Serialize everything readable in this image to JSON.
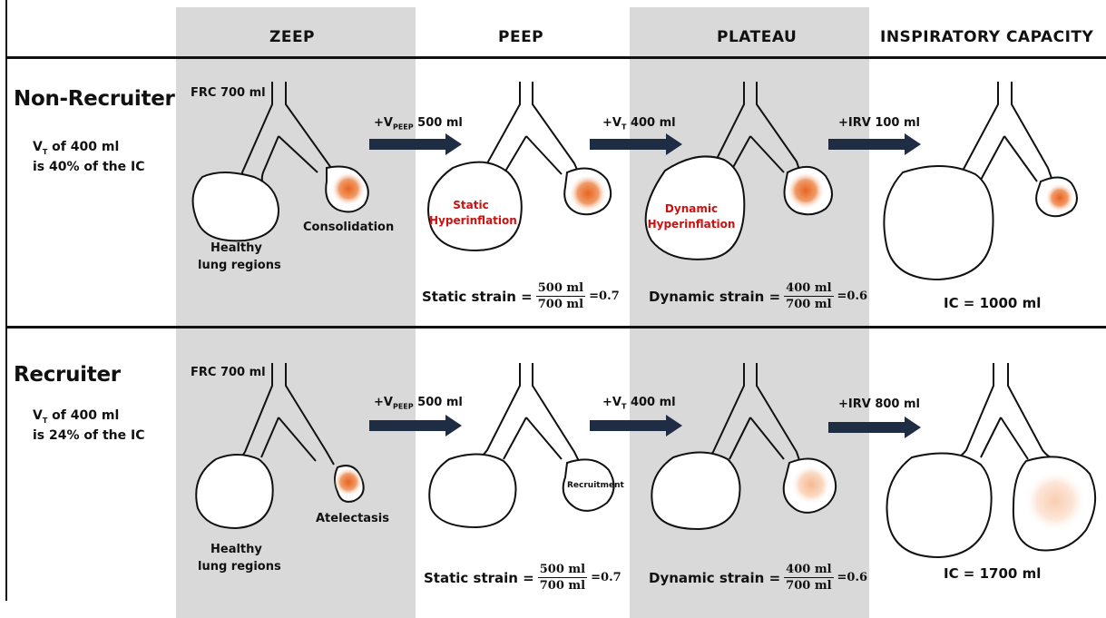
{
  "columns": {
    "zeep": "ZEEP",
    "peep": "PEEP",
    "plateau": "PLATEAU",
    "ic": "INSPIRATORY CAPACITY"
  },
  "colors": {
    "band": "#d9d9d9",
    "arrow": "#1f2d44",
    "hyperinflation_text": "#cc1111",
    "lesion": "#e8641e"
  },
  "non_recruiter": {
    "title": "Non-Recruiter",
    "vt_label": "V",
    "vt_sub": "T",
    "vt_line1_rest": " of 400 ml",
    "vt_line2": "is 40% of the IC",
    "frc": "FRC 700 ml",
    "healthy_label_1": "Healthy",
    "healthy_label_2": "lung regions",
    "lesion_label": "Consolidation",
    "step1_prefix": "+V",
    "step1_sub": "PEEP",
    "step1_value": " 500 ml",
    "step2_prefix": "+V",
    "step2_sub": "T",
    "step2_value": " 400 ml",
    "step3": "+IRV 100 ml",
    "static_label_1": "Static",
    "static_label_2": "Hyperinflation",
    "dynamic_label_1": "Dynamic",
    "dynamic_label_2": "Hyperinflation",
    "static_strain_label": "Static strain =",
    "static_num": "500 ml",
    "static_den": "700 ml",
    "static_result": "=0.7",
    "dynamic_strain_label": "Dynamic strain =",
    "dynamic_num": "400 ml",
    "dynamic_den": "700 ml",
    "dynamic_result": "=0.6",
    "ic_result": "IC = 1000 ml"
  },
  "recruiter": {
    "title": "Recruiter",
    "vt_label": "V",
    "vt_sub": "T",
    "vt_line1_rest": " of 400 ml",
    "vt_line2": "is 24% of the IC",
    "frc": "FRC 700 ml",
    "healthy_label_1": "Healthy",
    "healthy_label_2": "lung regions",
    "lesion_label": "Atelectasis",
    "recruitment_label": "Recruitment",
    "step1_prefix": "+V",
    "step1_sub": "PEEP",
    "step1_value": " 500 ml",
    "step2_prefix": "+V",
    "step2_sub": "T",
    "step2_value": " 400 ml",
    "step3": "+IRV 800 ml",
    "static_strain_label": "Static strain =",
    "static_num": "500 ml",
    "static_den": "700 ml",
    "static_result": "=0.7",
    "dynamic_strain_label": "Dynamic strain =",
    "dynamic_num": "400 ml",
    "dynamic_den": "700 ml",
    "dynamic_result": "=0.6",
    "ic_result": "IC = 1700 ml"
  }
}
